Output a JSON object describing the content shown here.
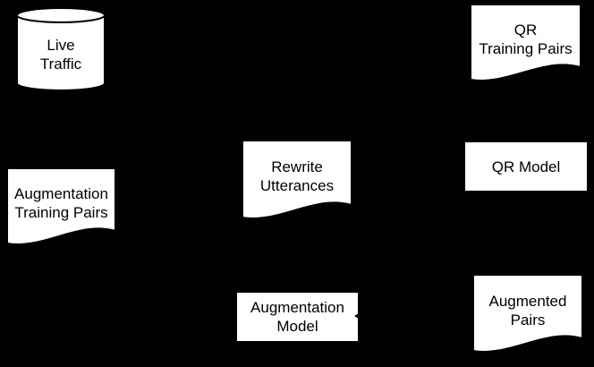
{
  "diagram": {
    "colors": {
      "background": "#000000",
      "node_fill": "#ffffff",
      "node_border": "#000000",
      "text": "#000000"
    },
    "nodes": {
      "live_traffic": {
        "shape": "cylinder",
        "lines": [
          "Live",
          "Traffic"
        ]
      },
      "qr_training_pairs": {
        "shape": "document",
        "lines": [
          "QR",
          "Training Pairs"
        ]
      },
      "augmentation_training_pairs": {
        "shape": "document",
        "lines": [
          "Augmentation",
          "Training Pairs"
        ]
      },
      "rewrite_utterances": {
        "shape": "document",
        "lines": [
          "Rewrite",
          "Utterances"
        ]
      },
      "qr_model": {
        "shape": "rectangle",
        "lines": [
          "QR Model"
        ]
      },
      "augmentation_model": {
        "shape": "rectangle",
        "lines": [
          "Augmentation",
          "Model"
        ]
      },
      "augmented_pairs": {
        "shape": "document",
        "lines": [
          "Augmented",
          "Pairs"
        ]
      }
    }
  }
}
